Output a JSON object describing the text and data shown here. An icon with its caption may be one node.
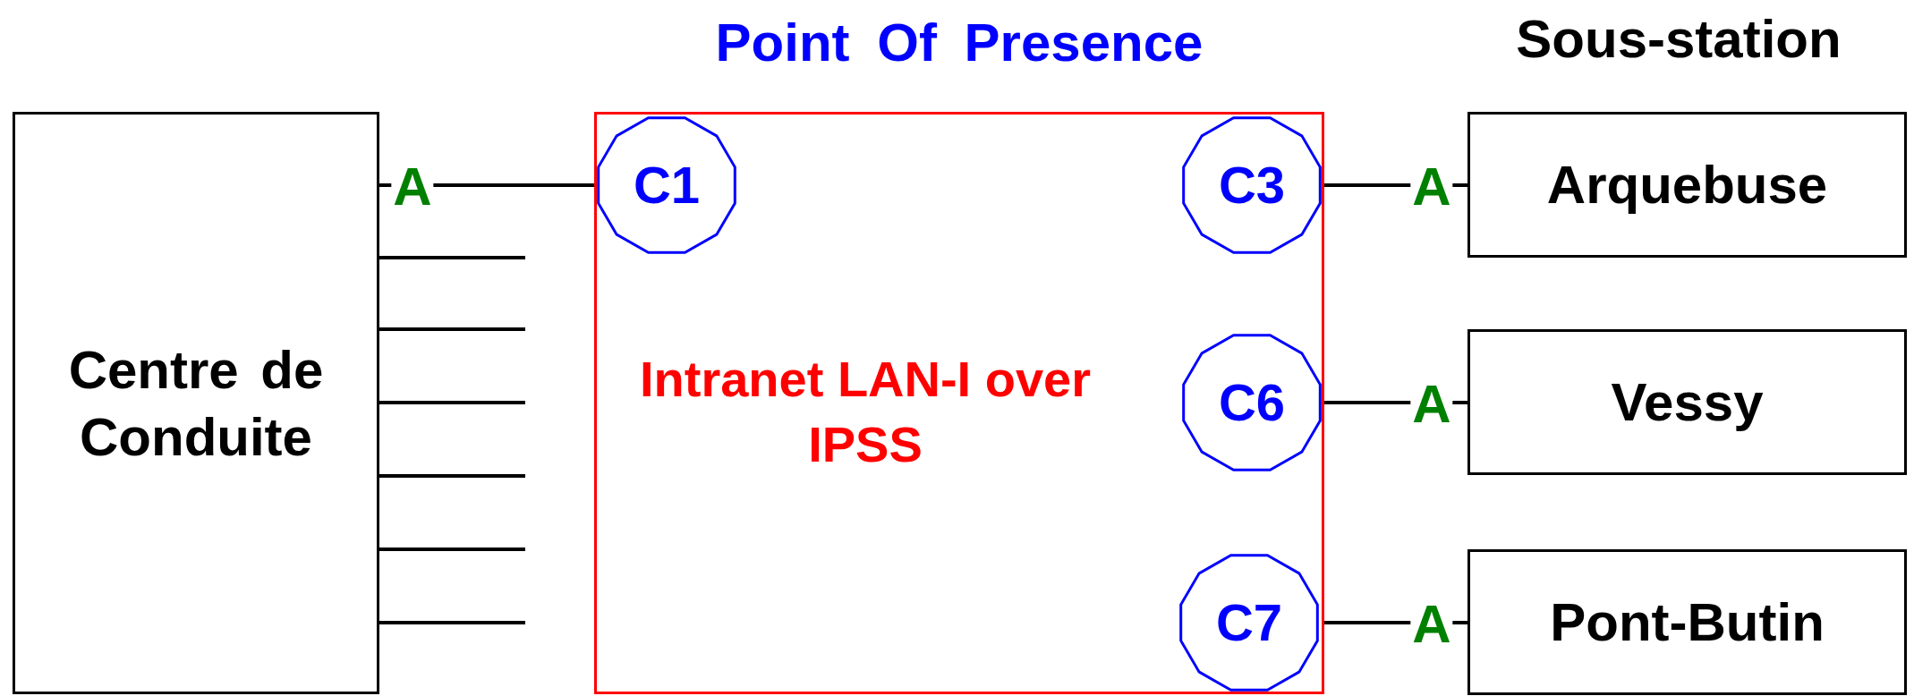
{
  "diagram": {
    "nodes": [
      {
        "text": [
          "Centre de Conduite"
        ]
      },
      {
        "text": [
          "Point Of Presence",
          "Intranet LAN-I over IPSS"
        ]
      },
      {
        "text": [
          "C1"
        ],
        "in": 1
      },
      {
        "text": [
          "C3"
        ],
        "in": 1
      },
      {
        "text": [
          "C6"
        ],
        "in": 1
      },
      {
        "text": [
          "C7"
        ],
        "in": 1
      },
      {
        "text": [
          "Arquebuse"
        ]
      },
      {
        "text": [
          "Vessy"
        ]
      },
      {
        "text": [
          "Pont-Butin"
        ]
      }
    ],
    "edges": [
      {
        "from": 0,
        "to": 2,
        "arrow": "none",
        "label": "A"
      },
      {
        "from": 3,
        "to": 6,
        "arrow": "none",
        "label": "A"
      },
      {
        "from": 4,
        "to": 7,
        "arrow": "none",
        "label": "A"
      },
      {
        "from": 5,
        "to": 8,
        "arrow": "none",
        "label": "A"
      },
      {
        "from": 0,
        "to": null,
        "arrow": "none"
      },
      {
        "from": 0,
        "to": null,
        "arrow": "none"
      },
      {
        "from": 0,
        "to": null,
        "arrow": "none"
      },
      {
        "from": 0,
        "to": null,
        "arrow": "none"
      },
      {
        "from": 0,
        "to": null,
        "arrow": "none"
      },
      {
        "from": 0,
        "to": null,
        "arrow": "none"
      }
    ],
    "labels": [
      "Sous-station"
    ]
  }
}
